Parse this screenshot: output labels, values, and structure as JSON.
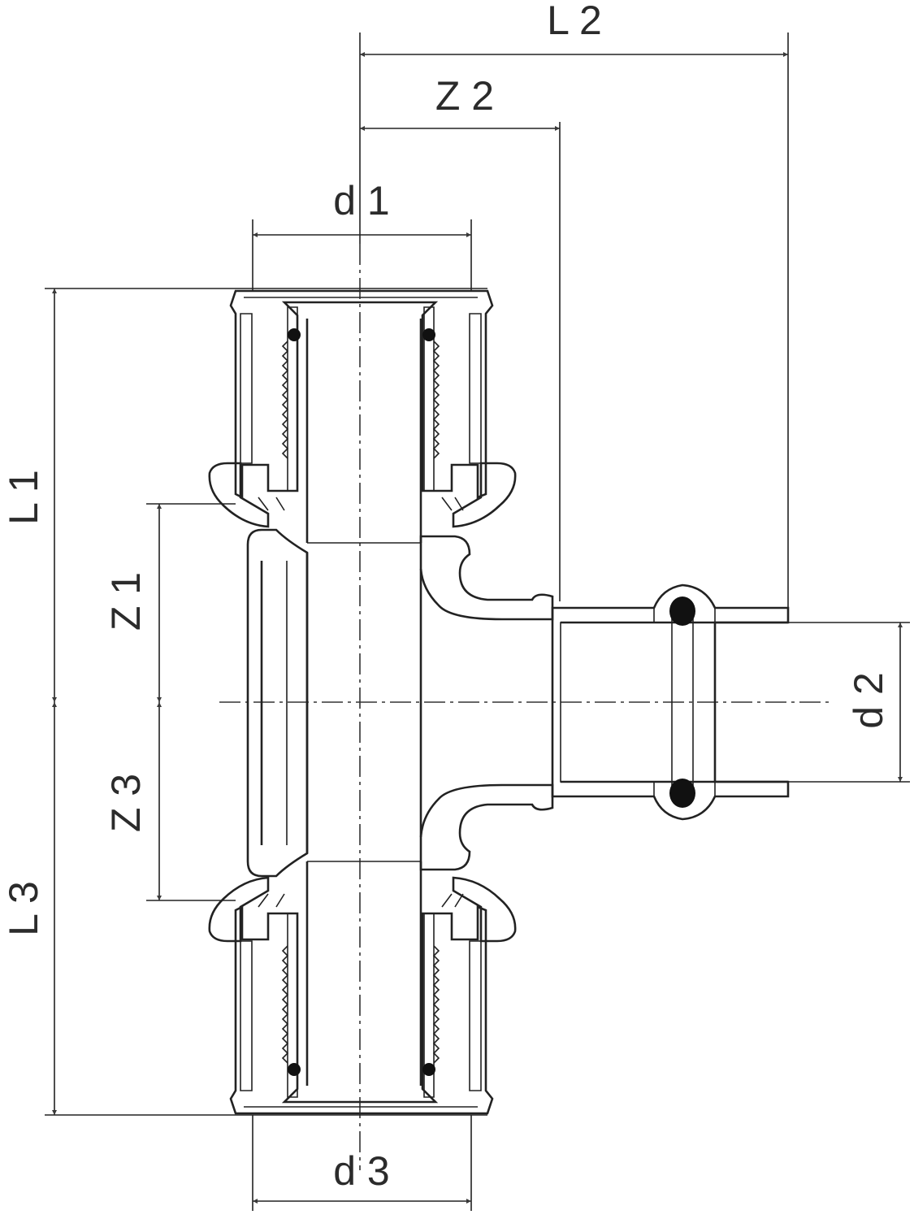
{
  "drawing": {
    "labels": {
      "L2": "L 2",
      "Z2": "Z 2",
      "d1": "d 1",
      "L1": "L 1",
      "Z1": "Z 1",
      "d2": "d 2",
      "Z3": "Z 3",
      "L3": "L 3",
      "d3": "d 3"
    },
    "colors": {
      "line": "#222222",
      "arrow": "#3a3a3a",
      "seal": "#111111",
      "background": "#ffffff"
    }
  }
}
